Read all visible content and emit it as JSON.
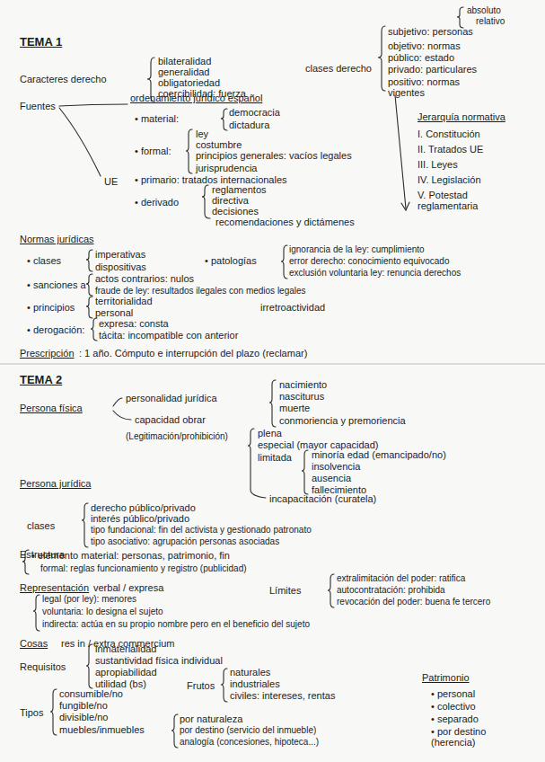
{
  "diagram": {
    "labels": [
      "TEMA 1",
      "Caracteres derecho",
      "bilateralidad",
      "generalidad",
      "obligatoriedad",
      "coercibilidad: fuerza",
      "clases derecho",
      "absoluto",
      "relativo",
      "subjetivo: personas",
      "objetivo: normas",
      "público: estado",
      "privado: particulares",
      "positivo: normas vigentes",
      "Fuentes",
      "ordenamiento jurídico español",
      "• material:",
      "democracia",
      "dictadura",
      "• formal:",
      "ley",
      "costumbre",
      "principios generales: vacíos legales",
      "jurisprudencia",
      "Jerarquía normativa",
      "I. Constitución",
      "II. Tratados UE",
      "III. Leyes",
      "IV. Legislación",
      "V. Potestad reglamentaria",
      "UE",
      "• primario: tratados internacionales",
      "• derivado",
      "reglamentos",
      "directiva",
      "decisiones",
      "recomendaciones y dictámenes",
      "Normas jurídicas",
      "• clases",
      "imperativas",
      "dispositivas",
      "• patologías",
      "ignorancia de la ley: cumplimiento",
      "error derecho: conocimiento equivocado",
      "exclusión voluntaria ley: renuncia derechos",
      "• sanciones a",
      "actos contrarios: nulos",
      "fraude de ley: resultados ilegales con medios legales",
      "• principios",
      "territorialidad",
      "personal",
      "irretroactividad",
      "• derogación:",
      "expresa: consta",
      "tácita: incompatible con anterior",
      "Prescripción",
      ": 1 año. Cómputo e interrupción del plazo (reclamar)",
      "TEMA 2",
      "Persona física",
      "personalidad jurídica",
      "nacimiento",
      "nasciturus",
      "muerte",
      "conmoriencia y premoriencia",
      "capacidad obrar",
      "(Legitimación/prohibición)",
      "plena",
      "especial (mayor capacidad)",
      "limitada",
      "minoría edad (emancipado/no)",
      "insolvencia",
      "ausencia",
      "fallecimiento",
      "incapacitación (curatela)",
      "Persona jurídica",
      "clases",
      "derecho público/privado",
      "interés público/privado",
      "tipo fundacional: fin del activista y gestionado patronato",
      "tipo asociativo: agrupación personas asociadas",
      "Estructura",
      "• elemento material: personas, patrimonio, fin",
      "formal: reglas funcionamiento y registro (publicidad)",
      "Representación",
      "verbal / expresa",
      "Límites",
      "extralimitación del poder: ratifica",
      "autocontratación: prohibida",
      "revocación del poder: buena fe tercero",
      "legal (por ley): menores",
      "voluntaria: lo designa el sujeto",
      "indirecta: actúa en su propio nombre pero en el beneficio del sujeto",
      "Cosas",
      "res in / extra commercium",
      "Requisitos",
      "inmaterialidad",
      "sustantividad física individual",
      "apropiabilidad",
      "utilidad (bs)",
      "Frutos",
      "naturales",
      "industriales",
      "civiles: intereses, rentas",
      "Tipos",
      "consumible/no",
      "fungible/no",
      "divisible/no",
      "muebles/inmuebles",
      "por naturaleza",
      "por destino (servicio del inmueble)",
      "analogía (concesiones, hipoteca...)",
      "Patrimonio",
      "• personal",
      "• colectivo",
      "• separado",
      "• por destino (herencia)"
    ]
  }
}
